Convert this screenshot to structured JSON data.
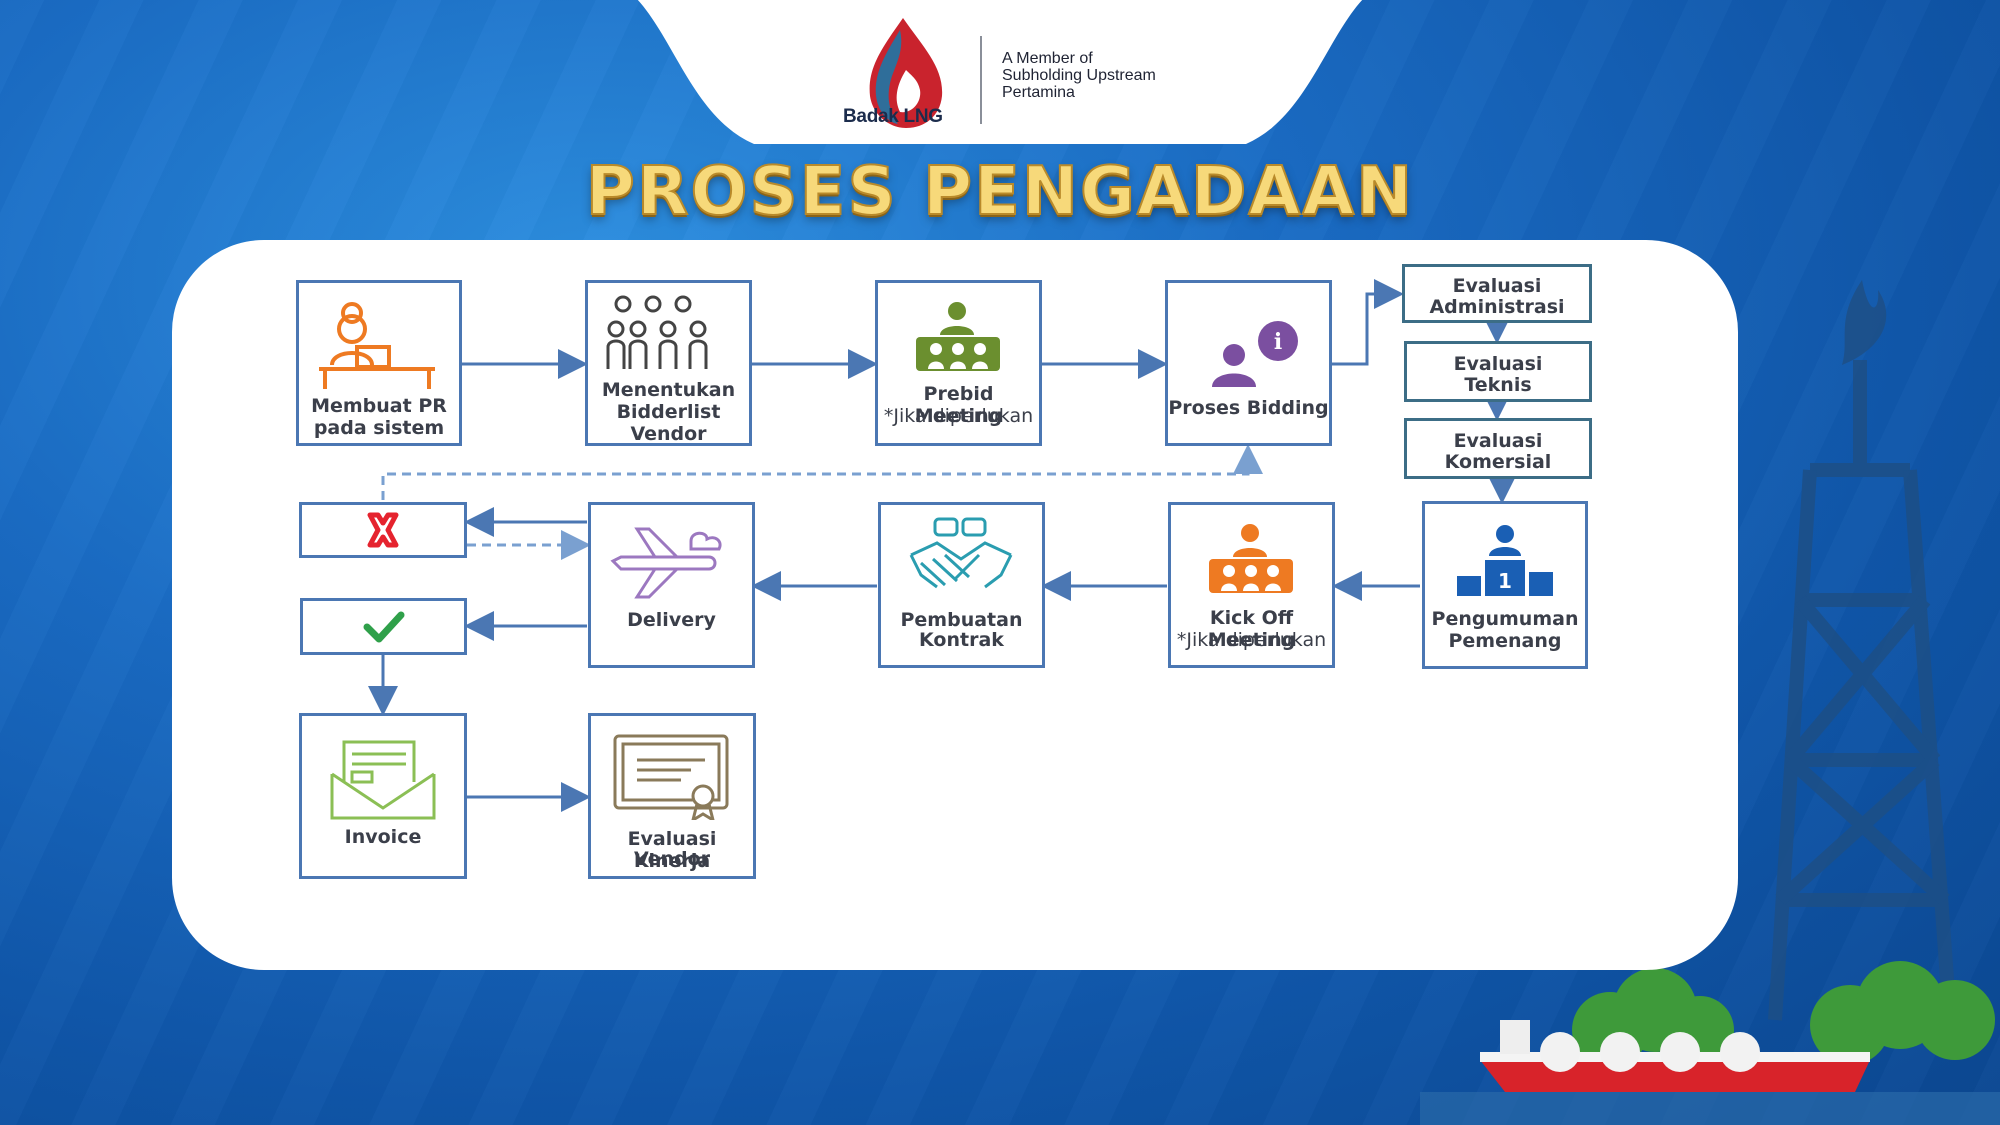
{
  "header": {
    "brand": "Badak LNG",
    "member_line1": "A Member of",
    "member_line2": "Subholding Upstream",
    "member_line3": "Pertamina"
  },
  "title": "PROSES PENGADAAN",
  "flow": {
    "membuat_pr": [
      "Membuat PR",
      "pada sistem"
    ],
    "bidderlist": [
      "Menentukan",
      "Bidderlist",
      "Vendor"
    ],
    "prebid": [
      "Prebid Meeting",
      "*Jika diperlukan"
    ],
    "bidding": [
      "Proses Bidding"
    ],
    "eval_admin": [
      "Evaluasi",
      "Administrasi"
    ],
    "eval_teknis": [
      "Evaluasi",
      "Teknis"
    ],
    "eval_komersial": [
      "Evaluasi",
      "Komersial"
    ],
    "pengumuman": [
      "Pengumuman",
      "Pemenang"
    ],
    "kickoff": [
      "Kick Off Meeting",
      "*Jika diperlukan"
    ],
    "kontrak": [
      "Pembuatan",
      "Kontrak"
    ],
    "delivery": [
      "Delivery"
    ],
    "invoice": [
      "Invoice"
    ],
    "evaluasi_kinerja": [
      "Evaluasi Kinerja",
      "Vendor"
    ]
  },
  "colors": {
    "box_border": "#4b77b3",
    "arrow": "#4b77b3",
    "reject": "#e5232e",
    "accept": "#2fa04a",
    "title_gold": "#f7d97a"
  }
}
